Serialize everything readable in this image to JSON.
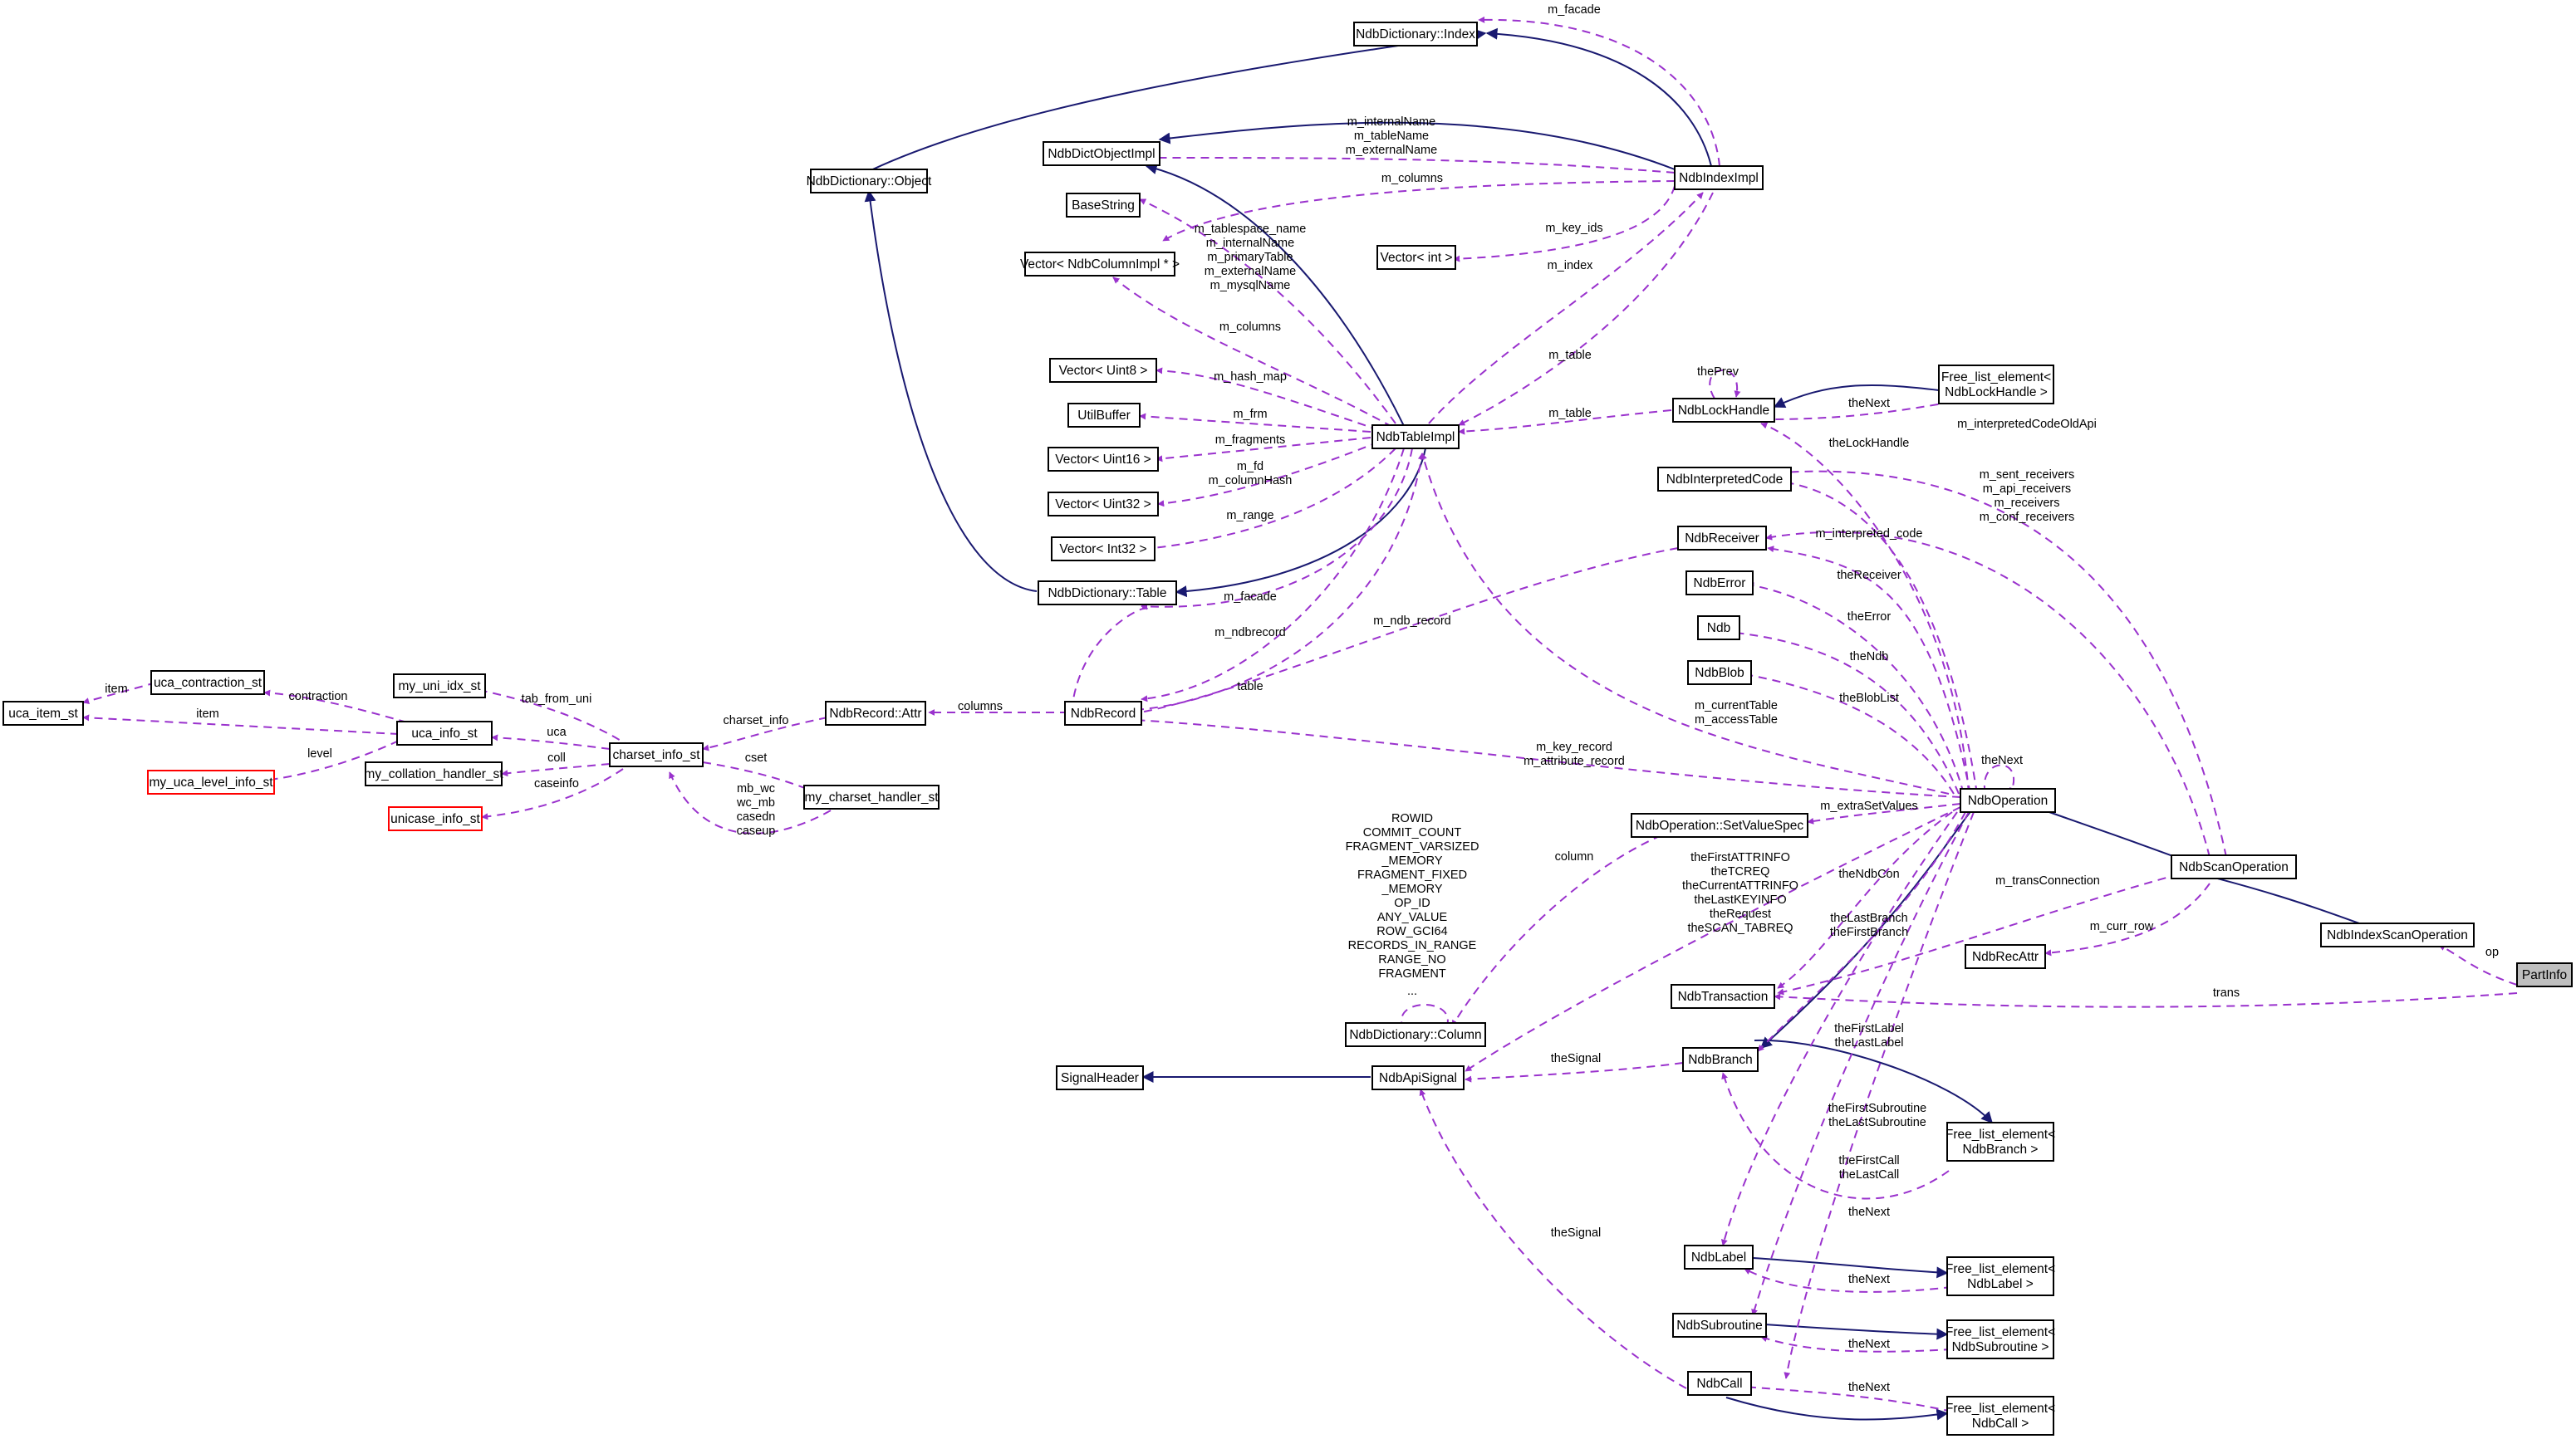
{
  "diagram": {
    "nodes": {
      "index": "NdbDictionary::Index",
      "object": "NdbDictionary::Object",
      "dictObjectImpl": "NdbDictObjectImpl",
      "baseString": "BaseString",
      "indexImpl": "NdbIndexImpl",
      "vecColumnImpl": "Vector< NdbColumnImpl * >",
      "vecInt": "Vector< int >",
      "vecUint8": "Vector< Uint8 >",
      "utilBuffer": "UtilBuffer",
      "vecUint16": "Vector< Uint16 >",
      "vecUint32": "Vector< Uint32 >",
      "vecInt32": "Vector< Int32 >",
      "tableImpl": "NdbTableImpl",
      "table": "NdbDictionary::Table",
      "lockHandle": "NdbLockHandle",
      "freeLockHandle_l1": "Free_list_element<",
      "freeLockHandle_l2": "NdbLockHandle >",
      "interpretedCode": "NdbInterpretedCode",
      "receiver": "NdbReceiver",
      "ndbError": "NdbError",
      "ndb": "Ndb",
      "ndbBlob": "NdbBlob",
      "ucaItem": "uca_item_st",
      "ucaContraction": "uca_contraction_st",
      "myUniIdx": "my_uni_idx_st",
      "ucaInfo": "uca_info_st",
      "myUcaLevelInfo": "my_uca_level_info_st",
      "myCollationHandler": "my_collation_handler_st",
      "charsetInfo": "charset_info_st",
      "recordAttr": "NdbRecord::Attr",
      "ndbRecord": "NdbRecord",
      "unicaseInfo": "unicase_info_st",
      "myCharsetHandler": "my_charset_handler_st",
      "ndbOperation": "NdbOperation",
      "setValueSpec": "NdbOperation::SetValueSpec",
      "scanOperation": "NdbScanOperation",
      "indexScanOperation": "NdbIndexScanOperation",
      "recAttr": "NdbRecAttr",
      "partInfo": "PartInfo",
      "transaction": "NdbTransaction",
      "column": "NdbDictionary::Column",
      "signalHeader": "SignalHeader",
      "apiSignal": "NdbApiSignal",
      "branch": "NdbBranch",
      "freeBranch_l1": "Free_list_element<",
      "freeBranch_l2": "NdbBranch >",
      "label": "NdbLabel",
      "freeLabel_l1": "Free_list_element<",
      "freeLabel_l2": "NdbLabel >",
      "subroutine": "NdbSubroutine",
      "freeSubroutine_l1": "Free_list_element<",
      "freeSubroutine_l2": "NdbSubroutine >",
      "call": "NdbCall",
      "freeCall_l1": "Free_list_element<",
      "freeCall_l2": "NdbCall >"
    },
    "edge_labels": {
      "m_facade_index": "m_facade",
      "names1": "m_internalName",
      "names2": "m_tableName",
      "names3": "m_externalName",
      "m_columns_idx": "m_columns",
      "m_key_ids": "m_key_ids",
      "m_index": "m_index",
      "m_table_idx": "m_table",
      "tblnames1": "m_tablespace_name",
      "tblnames2": "m_internalName",
      "tblnames3": "m_primaryTable",
      "tblnames4": "m_externalName",
      "tblnames5": "m_mysqlName",
      "m_columns_tbl": "m_columns",
      "m_hash_map": "m_hash_map",
      "m_frm": "m_frm",
      "m_fragments": "m_fragments",
      "m_fd": "m_fd",
      "m_columnHash": "m_columnHash",
      "m_range": "m_range",
      "m_facade_tbl": "m_facade",
      "m_ndbrecord": "m_ndbrecord",
      "m_ndb_record": "m_ndb_record",
      "m_table_lock": "m_table",
      "thePrev": "thePrev",
      "theNext_lock": "theNext",
      "theLockHandle": "theLockHandle",
      "m_interpretedCodeOldApi": "m_interpretedCodeOldApi",
      "m_interpreted_code": "m_interpreted_code",
      "recv1": "m_sent_receivers",
      "recv2": "m_api_receivers",
      "recv3": "m_receivers",
      "recv4": "m_conf_receivers",
      "theReceiver": "theReceiver",
      "theError": "theError",
      "theNdb": "theNdb",
      "theBlobList": "theBlobList",
      "m_currentTable": "m_currentTable",
      "m_accessTable": "m_accessTable",
      "m_key_record": "m_key_record",
      "m_attribute_record": "m_attribute_record",
      "theNext_op": "theNext",
      "table_lbl": "table",
      "columns_lbl": "columns",
      "charset_info_lbl": "charset_info",
      "item1": "item",
      "contraction": "contraction",
      "item2": "item",
      "tab_from_uni": "tab_from_uni",
      "level": "level",
      "uca": "uca",
      "coll": "coll",
      "cset": "cset",
      "caseinfo": "caseinfo",
      "chset1": "mb_wc",
      "chset2": "wc_mb",
      "chset3": "casedn",
      "chset4": "caseup",
      "m_extraSetValues": "m_extraSetValues",
      "column_lbl": "column",
      "col1": "ROWID",
      "col2": "COMMIT_COUNT",
      "col3": "FRAGMENT_VARSIZED",
      "col4": "_MEMORY",
      "col5": "FRAGMENT_FIXED",
      "col6": "_MEMORY",
      "col7": "OP_ID",
      "col8": "ANY_VALUE",
      "col9": "ROW_GCI64",
      "col10": "RECORDS_IN_RANGE",
      "col11": "RANGE_NO",
      "col12": "FRAGMENT",
      "col13": "...",
      "sig1": "theFirstATTRINFO",
      "sig2": "theTCREQ",
      "sig3": "theCurrentATTRINFO",
      "sig4": "theLastKEYINFO",
      "sig5": "theRequest",
      "sig6": "theSCAN_TABREQ",
      "theNdbCon": "theNdbCon",
      "m_transConnection": "m_transConnection",
      "theLastBranch": "theLastBranch",
      "theFirstBranch": "theFirstBranch",
      "m_curr_row": "m_curr_row",
      "op": "op",
      "trans": "trans",
      "theFirstLabel": "theFirstLabel",
      "theLastLabel": "theLastLabel",
      "theSignal1": "theSignal",
      "theFirstSubroutine": "theFirstSubroutine",
      "theLastSubroutine": "theLastSubroutine",
      "theFirstCall": "theFirstCall",
      "theLastCall": "theLastCall",
      "theNext_branch": "theNext",
      "theSignal2": "theSignal",
      "theNext_label": "theNext",
      "theNext_sub": "theNext",
      "theNext_call": "theNext"
    },
    "colors": {
      "usage_edge": "#9a32cd",
      "inheritance_edge": "#191970",
      "undocumented_node_border": "#ff0000",
      "focus_node_fill": "#bfbfbf"
    }
  }
}
